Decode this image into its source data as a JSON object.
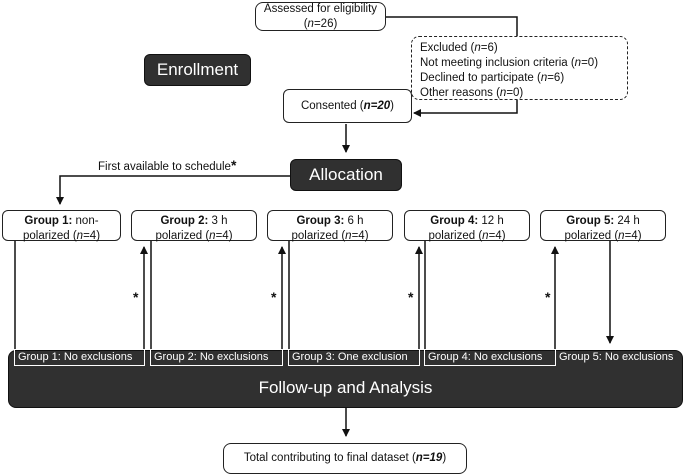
{
  "assessed": {
    "prefix": "Assessed for eligibility (",
    "n_label": "n",
    "n_value": "=26)"
  },
  "enrollment_label": "Enrollment",
  "excluded": {
    "line1_prefix": "Excluded (",
    "line1_n": "n",
    "line1_suffix": "=6)",
    "line2_prefix": "Not meeting inclusion criteria (",
    "line2_n": "n",
    "line2_suffix": "=0)",
    "line3_prefix": "Declined to participate (",
    "line3_n": "n",
    "line3_suffix": "=6)",
    "line4_prefix": "Other reasons (",
    "line4_n": "n",
    "line4_suffix": "=0)"
  },
  "consented": {
    "prefix": "Consented (",
    "n_value": "n=20",
    "suffix": ")"
  },
  "allocation_label": "Allocation",
  "first_available": {
    "text": "First available to schedule",
    "star": "*"
  },
  "groups": [
    {
      "name": "Group 1:",
      "desc1": " non-",
      "desc2": "polarized (",
      "n": "n",
      "nval": "=4)"
    },
    {
      "name": "Group 2:",
      "desc1": " 3 h",
      "desc2": "polarized (",
      "n": "n",
      "nval": "=4)"
    },
    {
      "name": "Group 3:",
      "desc1": " 6 h",
      "desc2": "polarized (",
      "n": "n",
      "nval": "=4)"
    },
    {
      "name": "Group 4:",
      "desc1": " 12 h",
      "desc2": "polarized (",
      "n": "n",
      "nval": "=4)"
    },
    {
      "name": "Group 5:",
      "desc1": " 24 h",
      "desc2": "polarized (",
      "n": "n",
      "nval": "=4)"
    }
  ],
  "stars": [
    "*",
    "*",
    "*",
    "*"
  ],
  "exclusions": [
    "Group 1: No exclusions",
    "Group 2: No exclusions",
    "Group 3: One exclusion",
    "Group 4: No exclusions",
    "Group 5: No exclusions"
  ],
  "followup_label": "Follow-up and Analysis",
  "total": {
    "prefix": "Total contributing to final dataset (",
    "n_value": "n=19",
    "suffix": ")"
  }
}
